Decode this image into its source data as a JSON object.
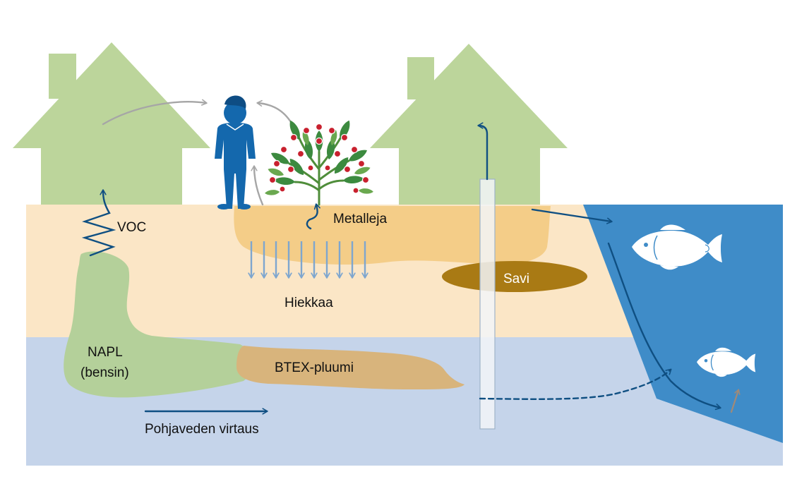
{
  "labels": {
    "voc": "VOC",
    "metals": "Metalleja",
    "sand": "Hiekkaa",
    "clay": "Savi",
    "napl_line1": "NAPL",
    "napl_line2": "(bensin)",
    "btex": "BTEX-pluumi",
    "groundwater_flow": "Pohjaveden virtaus"
  },
  "colors": {
    "house": "#bcd59b",
    "soil": "#fbe6c6",
    "contaminated_soil": "#f4cd88",
    "groundwater": "#c5d4ea",
    "water_body": "#3f8cc8",
    "napl": "#b4d09a",
    "btex_plume": "#d8b47c",
    "clay": "#a97a14",
    "person": "#1468ad",
    "arrow_dark": "#0f4f82",
    "arrow_grey": "#a6a6a6",
    "infiltration_arrow": "#7ea6cf",
    "plant_leaf": "#2d7d3a",
    "berry": "#c8202e"
  },
  "icons": [
    "house-icon",
    "person-icon",
    "plant-icon",
    "fish-icon"
  ]
}
